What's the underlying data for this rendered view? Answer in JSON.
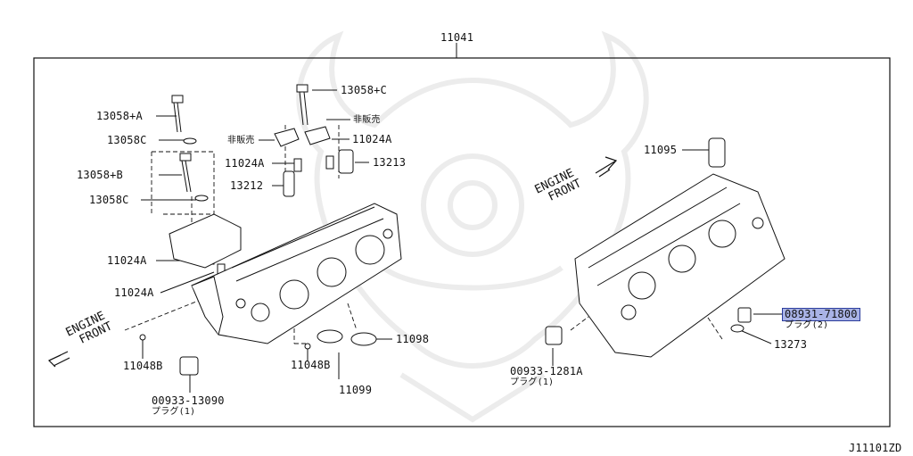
{
  "title_part": "11041",
  "diagram_code": "J11101ZD",
  "parts": {
    "p13058C_top": "13058+C",
    "p13058A": "13058+A",
    "p13058C_washer1": "13058C",
    "p13058B": "13058+B",
    "p13058C_washer2": "13058C",
    "not_sold_1": "非販売",
    "not_sold_2": "非販売",
    "p11024A_1": "11024A",
    "p11024A_2": "11024A",
    "p13213": "13213",
    "p13212": "13212",
    "p11024A_3": "11024A",
    "p11024A_4": "11024A",
    "p11048B_1": "11048B",
    "p11048B_2": "11048B",
    "p00933_13090": "00933-13090",
    "plug_1_label": "プラグ(1)",
    "p11099": "11099",
    "p11098": "11098",
    "p11095": "11095",
    "p08931_71800": "08931-71800",
    "plug_2_label": "プラグ(2)",
    "p13273": "13273",
    "p00933_1281A": "00933-1281A",
    "plug_3_label": "プラグ(1)"
  },
  "engine_front_left": {
    "line1": "ENGINE",
    "line2": "FRONT"
  },
  "engine_front_right": {
    "line1": "ENGINE",
    "line2": "FRONT"
  },
  "colors": {
    "highlight": "#a9b3e6",
    "highlight_border": "#2b3c9c",
    "line": "#111111"
  }
}
